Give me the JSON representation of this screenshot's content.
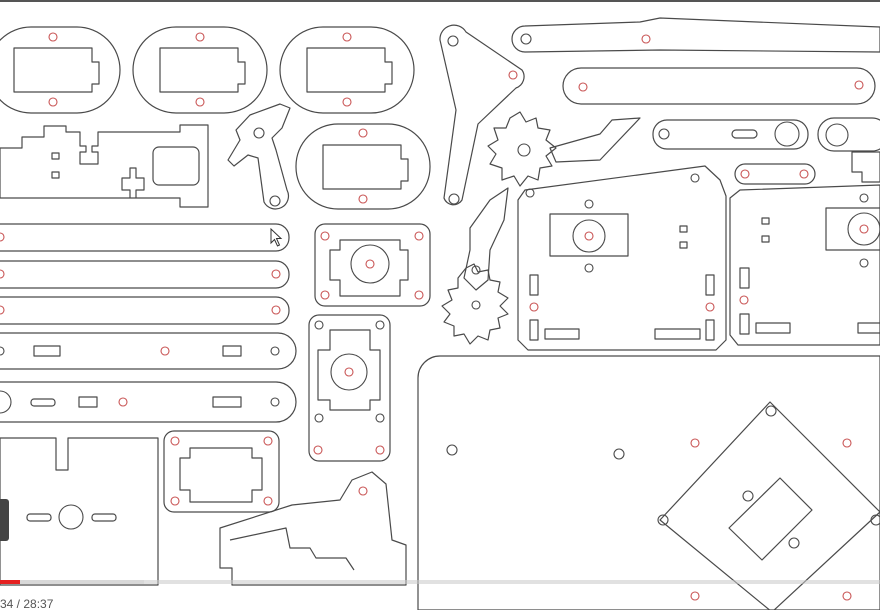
{
  "player": {
    "timecode": "34 / 28:37",
    "progress_fraction": 0.023,
    "buffered_fraction": 0.164,
    "progress_color": "#e52020"
  },
  "drawing": {
    "line_color": "#4a4a4a",
    "hole_color": "#c95555",
    "background": "#ffffff"
  },
  "icons": {
    "play": "play-icon",
    "cursor": "mouse-cursor-icon"
  }
}
